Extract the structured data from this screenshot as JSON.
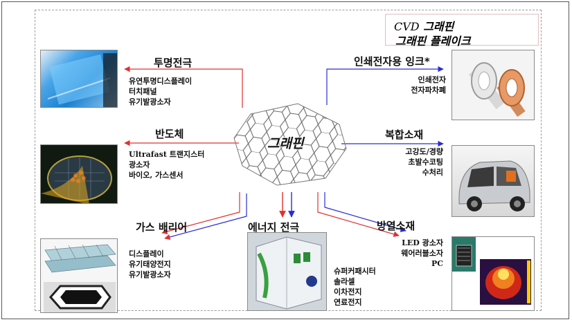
{
  "center": {
    "label": "그래핀"
  },
  "legend": {
    "cvd": {
      "prefix": "CVD",
      "label": "그래핀",
      "color": "#e03030"
    },
    "flake": {
      "label": "그래핀 플레이크",
      "color": "#2b2bd6"
    }
  },
  "branches": {
    "transparent_electrode": {
      "title": "투명전극",
      "items": [
        "유연투명디스플레이",
        "터치패널",
        "유기발광소자"
      ]
    },
    "semiconductor": {
      "title": "반도체",
      "items": [
        "Ultrafast 트랜지스터",
        "광소자",
        "바이오, 가스센서"
      ]
    },
    "gas_barrier": {
      "title": "가스 배리어",
      "items": [
        "디스플레이",
        "유기태양전지",
        "유기발광소자"
      ]
    },
    "energy_electrode": {
      "title": "에너지 전극",
      "items": [
        "슈퍼커패시터",
        "솔라셀",
        "이차전지",
        "연료전지"
      ]
    },
    "heat_dissipation": {
      "title": "방열소재",
      "items": [
        "LED 광소자",
        "웨어러블소자",
        "PC"
      ]
    },
    "composite": {
      "title": "복합소재",
      "items": [
        "고강도/경량",
        "초발수코팅",
        "수처리"
      ]
    },
    "printed_ink": {
      "title": "인쇄전자용 잉크*",
      "items": [
        "인쇄전자",
        "전자파차폐"
      ]
    }
  },
  "icons": {
    "tablet": "flexible-display-photo-icon",
    "wafer": "semiconductor-wafer-photo-icon",
    "barrier": "gas-barrier-film-icon",
    "cabinet": "energy-storage-cabinet-icon",
    "led": "led-thermal-image-icon",
    "car": "composite-car-photo-icon",
    "tape": "conductive-tape-rolls-icon"
  }
}
